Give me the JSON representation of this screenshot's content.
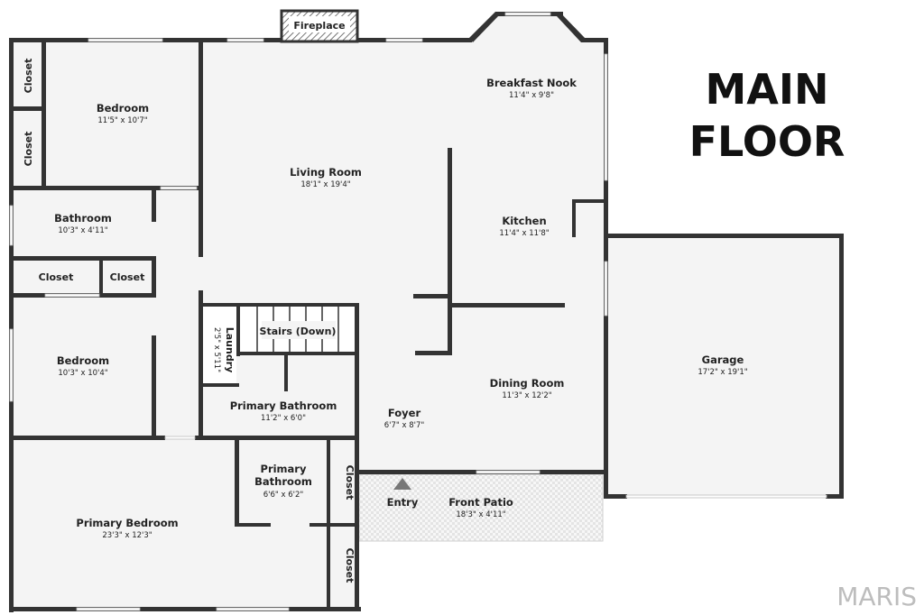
{
  "title": {
    "line1": "MAIN",
    "line2": "FLOOR"
  },
  "brand": "MARIS",
  "rooms": {
    "fireplace": {
      "name": "Fireplace"
    },
    "bedroom1": {
      "name": "Bedroom",
      "dim": "11'5\" x 10'7\""
    },
    "closet_a": {
      "name": "Closet"
    },
    "closet_b": {
      "name": "Closet"
    },
    "living": {
      "name": "Living Room",
      "dim": "18'1\" x 19'4\""
    },
    "nook": {
      "name": "Breakfast Nook",
      "dim": "11'4\" x 9'8\""
    },
    "kitchen": {
      "name": "Kitchen",
      "dim": "11'4\" x 11'8\""
    },
    "bath1": {
      "name": "Bathroom",
      "dim": "10'3\" x 4'11\""
    },
    "closet_c": {
      "name": "Closet"
    },
    "closet_d": {
      "name": "Closet"
    },
    "laundry": {
      "name": "Laundry",
      "dim": "2'5\" x 5'11\""
    },
    "stairs": {
      "name": "Stairs (Down)"
    },
    "bedroom2": {
      "name": "Bedroom",
      "dim": "10'3\" x 10'4\""
    },
    "primary_bath1": {
      "name": "Primary Bathroom",
      "dim": "11'2\" x 6'0\""
    },
    "foyer": {
      "name": "Foyer",
      "dim": "6'7\" x 8'7\""
    },
    "dining": {
      "name": "Dining Room",
      "dim": "11'3\" x 12'2\""
    },
    "garage": {
      "name": "Garage",
      "dim": "17'2\" x 19'1\""
    },
    "primary_bath2": {
      "line1": "Primary",
      "line2": "Bathroom",
      "dim": "6'6\" x 6'2\""
    },
    "closet_e": {
      "name": "Closet"
    },
    "closet_f": {
      "name": "Closet"
    },
    "entry": {
      "name": "Entry"
    },
    "patio": {
      "name": "Front Patio",
      "dim": "18'3\" x 4'11\""
    },
    "primary_bedroom": {
      "name": "Primary Bedroom",
      "dim": "23'3\" x 12'3\""
    }
  }
}
